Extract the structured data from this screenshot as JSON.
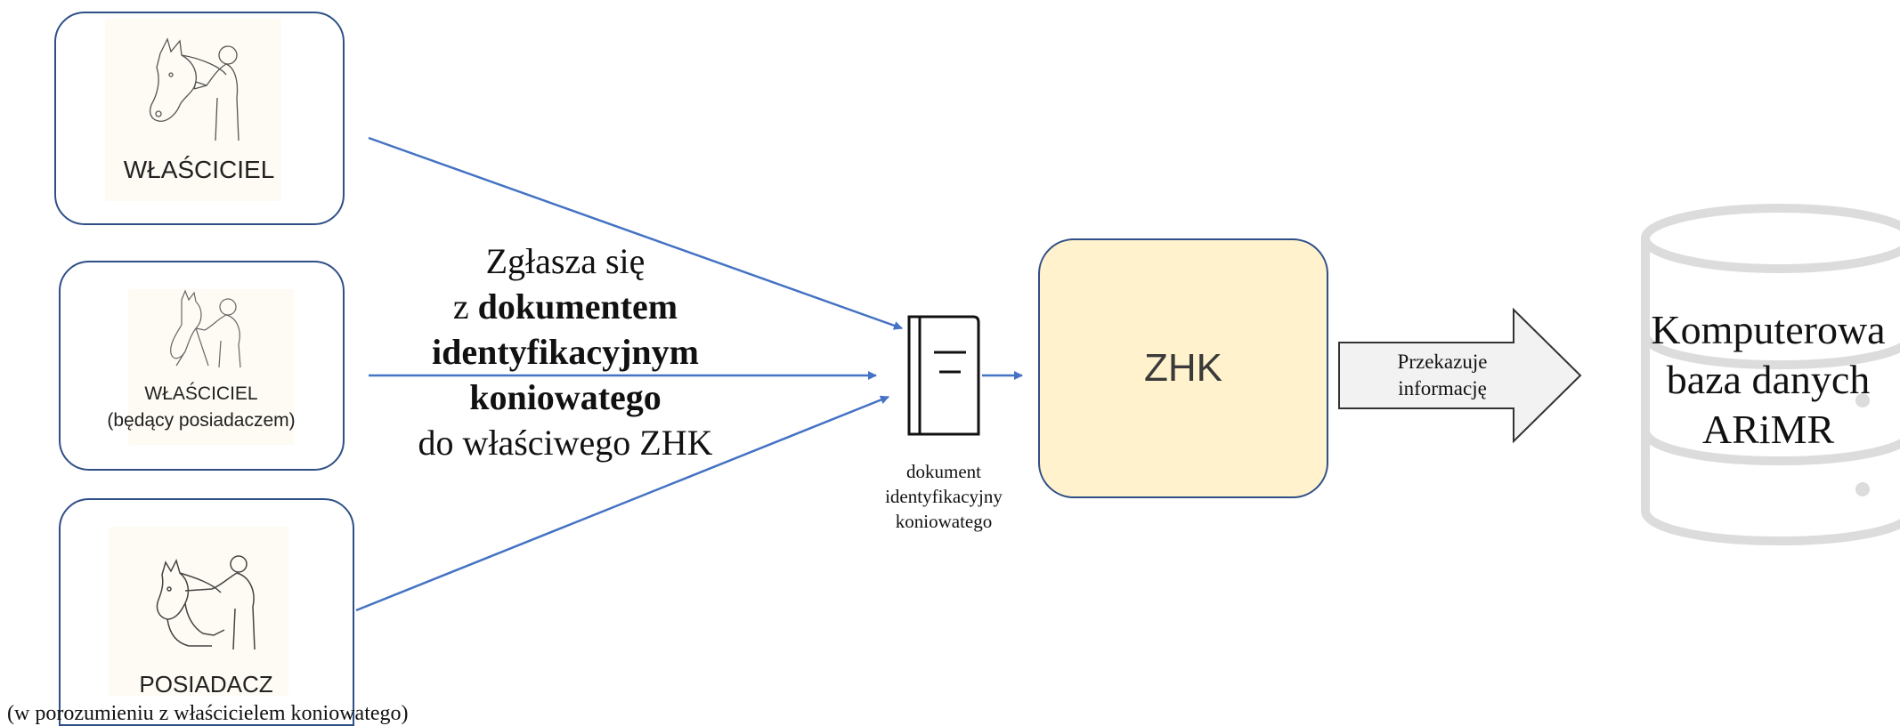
{
  "actors": {
    "owner": {
      "label": "WŁAŚCICIEL",
      "icon": "horse-and-person-icon"
    },
    "owner_keeper": {
      "label": "WŁAŚCICIEL",
      "sublabel": "(będący posiadaczem)",
      "icon": "horse-and-person-icon"
    },
    "keeper": {
      "label": "POSIADACZ",
      "icon": "person-leading-horse-icon"
    }
  },
  "center_text": {
    "line1": "Zgłasza się",
    "line2_prefix": "z ",
    "line2_bold": "dokumentem",
    "line3_bold": "identyfikacyjnym",
    "line4_bold": "koniowatego",
    "line5": "do właściwego ZHK"
  },
  "document": {
    "icon": "book-icon",
    "caption": [
      "dokument",
      "identyfikacyjny",
      "koniowatego"
    ]
  },
  "zhk": {
    "label": "ZHK"
  },
  "transfer_arrow": {
    "text": [
      "Przekazuje",
      "informację"
    ]
  },
  "database": {
    "icon": "database-icon",
    "text": [
      "Komputerowa",
      "baza danych",
      "ARiMR"
    ]
  },
  "footnote": "(w porozumieniu z właścicielem koniowatego)",
  "colors": {
    "box_border": "#2f4f86",
    "arrow": "#4472c4",
    "zhk_fill": "#fff2cc",
    "database": "#d9d9d9",
    "transfer_arrow_fill": "#f2f2f2"
  }
}
